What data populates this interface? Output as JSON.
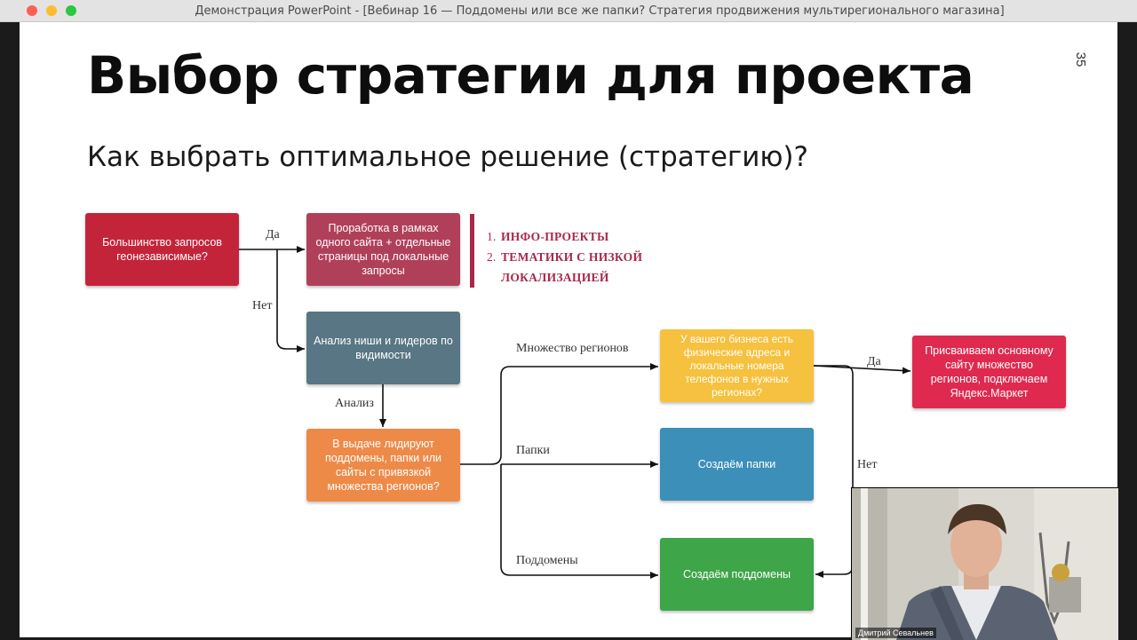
{
  "window": {
    "title": "Демонстрация PowerPoint - [Вебинар 16 — Поддомены или все же папки? Стратегия продвижения мультирегионального магазина]"
  },
  "slide": {
    "title": "Выбор стратегии для проекта",
    "subtitle": "Как выбрать оптимальное решение (стратегию)?",
    "number": "35"
  },
  "flowchart": {
    "boxes": {
      "geo_question": {
        "text": "Большинство запросов геонезависимые?",
        "color": "#c4243a"
      },
      "single_site": {
        "text": "Проработка в рамках одного сайта + отдельные страницы под локальные запросы",
        "color": "#b0405a"
      },
      "niche_analysis": {
        "text": "Анализ ниши и лидеров по видимости",
        "color": "#587683"
      },
      "serp_leaders": {
        "text": "В выдаче лидируют поддомены, папки или сайты с привязкой множества регионов?",
        "color": "#ee8a48"
      },
      "business_question": {
        "text": "У вашего бизнеса есть физические адреса и локальные номера телефонов в нужных регионах?",
        "color": "#f5c13e"
      },
      "create_folders": {
        "text": "Создаём папки",
        "color": "#3c8fb8"
      },
      "create_subdomains": {
        "text": "Создаём поддомены",
        "color": "#3ea549"
      },
      "assign_regions": {
        "text": "Присваиваем основному сайту множество регионов, подключаем Яндекс.Маркет",
        "color": "#e0294f"
      }
    },
    "labels": {
      "yes_top": "Да",
      "no_left": "Нет",
      "analysis": "Анализ",
      "many_regions": "Множество регионов",
      "folders": "Папки",
      "subdomains": "Поддомены",
      "yes_right": "Да",
      "no_right": "Нет"
    },
    "notes": [
      {
        "num": "1.",
        "text": "ИНФО-ПРОЕКТЫ"
      },
      {
        "num": "2.",
        "text": "ТЕМАТИКИ С НИЗКОЙ"
      },
      {
        "num": "",
        "text": "ЛОКАЛИЗАЦИЕЙ"
      }
    ],
    "note_color": "#a8284b"
  },
  "video": {
    "speaker_name": "Дмитрий Севальнев"
  }
}
